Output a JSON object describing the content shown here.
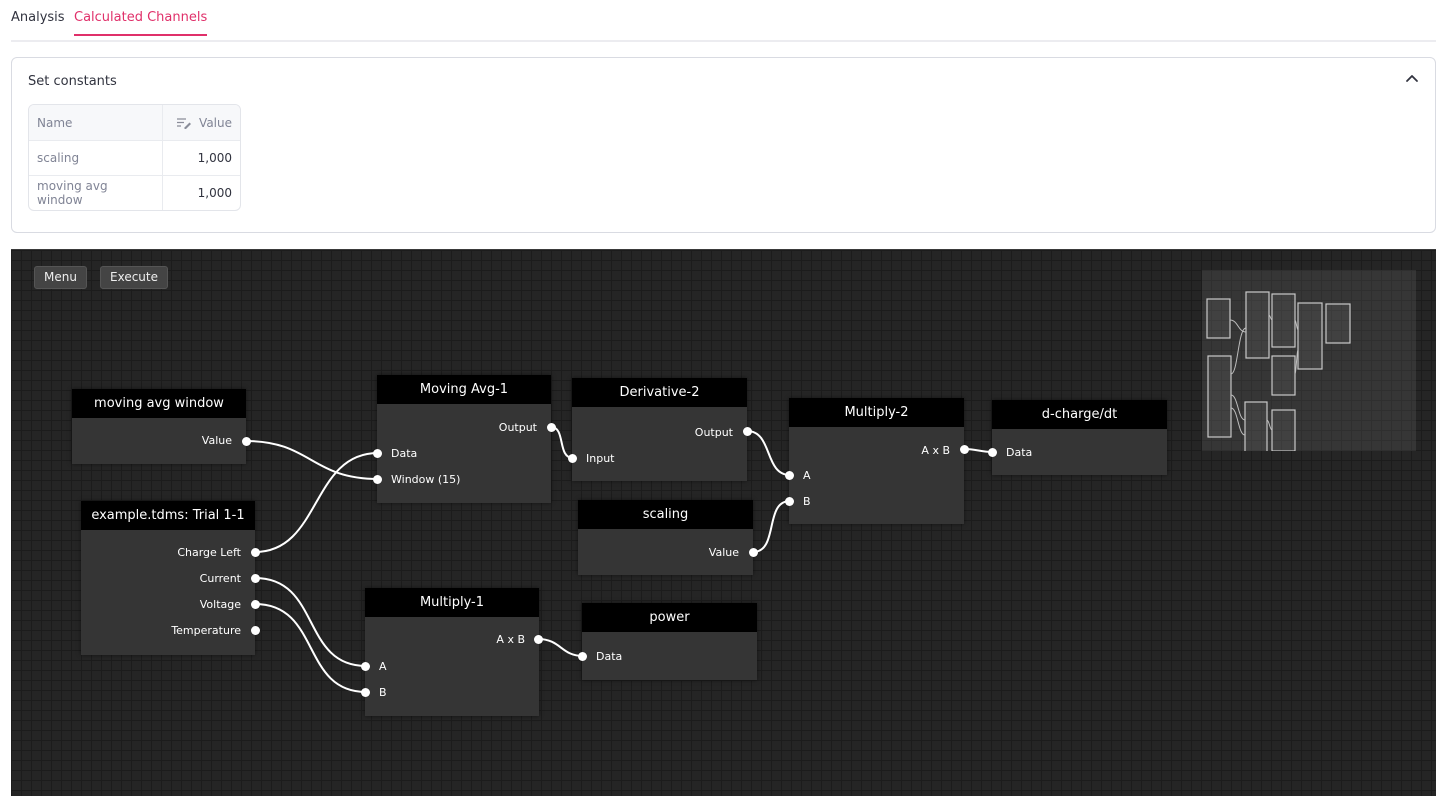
{
  "tabs": [
    {
      "label": "Analysis",
      "active": false
    },
    {
      "label": "Calculated Channels",
      "active": true
    }
  ],
  "constants": {
    "title": "Set constants",
    "columns": [
      "Name",
      "Value"
    ],
    "rows": [
      {
        "name": "scaling",
        "value": "1,000"
      },
      {
        "name": "moving avg window",
        "value": "1,000"
      }
    ]
  },
  "canvas": {
    "menu_label": "Menu",
    "execute_label": "Execute",
    "nodes": {
      "moving_avg_window": {
        "title": "moving avg window",
        "outputs": [
          "Value"
        ]
      },
      "source": {
        "title": "example.tdms: Trial 1-1",
        "outputs": [
          "Charge Left",
          "Current",
          "Voltage",
          "Temperature"
        ]
      },
      "moving_avg_1": {
        "title": "Moving Avg-1",
        "inputs": [
          "Data",
          "Window (15)"
        ],
        "outputs": [
          "Output"
        ]
      },
      "derivative_2": {
        "title": "Derivative-2",
        "inputs": [
          "Input"
        ],
        "outputs": [
          "Output"
        ]
      },
      "scaling": {
        "title": "scaling",
        "outputs": [
          "Value"
        ]
      },
      "multiply_2": {
        "title": "Multiply-2",
        "inputs": [
          "A",
          "B"
        ],
        "outputs": [
          "A x B"
        ]
      },
      "dcharge_dt": {
        "title": "d-charge/dt",
        "inputs": [
          "Data"
        ]
      },
      "multiply_1": {
        "title": "Multiply-1",
        "inputs": [
          "A",
          "B"
        ],
        "outputs": [
          "A x B"
        ]
      },
      "power": {
        "title": "power",
        "inputs": [
          "Data"
        ]
      }
    }
  }
}
